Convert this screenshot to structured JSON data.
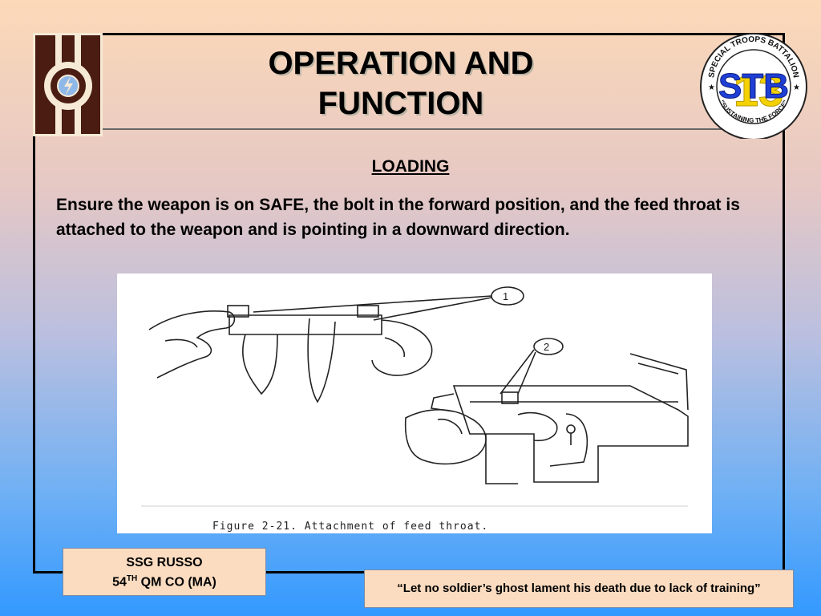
{
  "title": {
    "line1": "OPERATION AND",
    "line2": "FUNCTION"
  },
  "right_emblem": {
    "ring_text": "SPECIAL TROOPS BATTALION",
    "bottom_text": "\"SUSTAINING THE FORCE\"",
    "letters": "STB",
    "number": "13"
  },
  "section": {
    "heading": "LOADING"
  },
  "body": {
    "text": "Ensure the weapon is on SAFE, the bolt in the forward position, and the feed throat is attached to the weapon and is pointing in a downward direction."
  },
  "figure": {
    "caption": "Figure 2-21.  Attachment of feed throat.",
    "callouts": [
      "1",
      "2"
    ]
  },
  "footer": {
    "name": "SSG RUSSO",
    "unit_number": "54",
    "unit_sup": "TH",
    "unit_rest": " QM CO (MA)",
    "quote": "“Let no soldier’s ghost  lament his death due to lack of training”"
  },
  "colors": {
    "bg_top": "#fcd9b8",
    "bg_bottom": "#3399ff",
    "stb_blue": "#1f3fd6",
    "stb_yellow": "#f4d200",
    "badge_brown": "#4a1c12"
  }
}
